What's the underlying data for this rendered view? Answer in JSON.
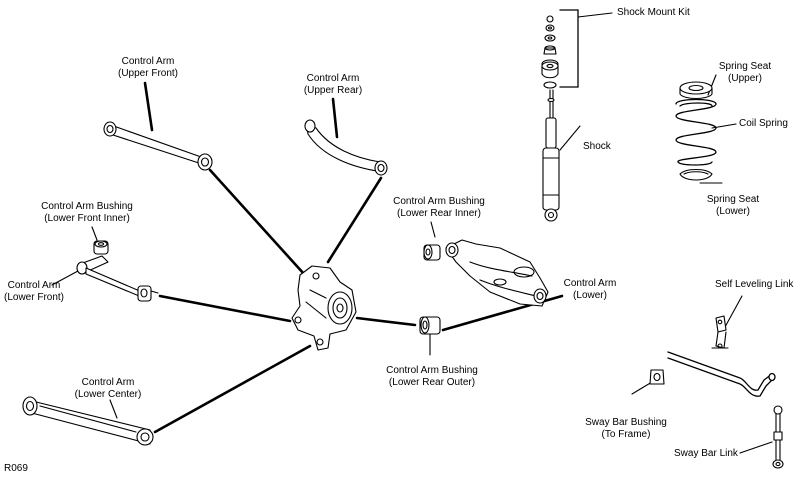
{
  "labels": {
    "control_arm_upper_front": [
      "Control Arm",
      "(Upper Front)"
    ],
    "control_arm_upper_rear": [
      "Control Arm",
      "(Upper Rear)"
    ],
    "shock_mount_kit": "Shock Mount Kit",
    "spring_seat_upper": [
      "Spring Seat",
      "(Upper)"
    ],
    "coil_spring": "Coil Spring",
    "shock": "Shock",
    "spring_seat_lower": [
      "Spring Seat",
      "(Lower)"
    ],
    "bushing_lower_front_inner": [
      "Control Arm Bushing",
      "(Lower Front Inner)"
    ],
    "bushing_lower_rear_inner": [
      "Control Arm Bushing",
      "(Lower Rear Inner)"
    ],
    "control_arm_lower_front": [
      "Control Arm",
      "(Lower Front)"
    ],
    "control_arm_lower": [
      "Control Arm",
      "(Lower)"
    ],
    "self_leveling_link": "Self Leveling Link",
    "bushing_lower_rear_outer": [
      "Control Arm Bushing",
      "(Lower Rear Outer)"
    ],
    "control_arm_lower_center": [
      "Control Arm",
      "(Lower Center)"
    ],
    "sway_bar_bushing": [
      "Sway Bar Bushing",
      "(To Frame)"
    ],
    "sway_bar_link": "Sway Bar Link"
  },
  "figure_id": "R069"
}
